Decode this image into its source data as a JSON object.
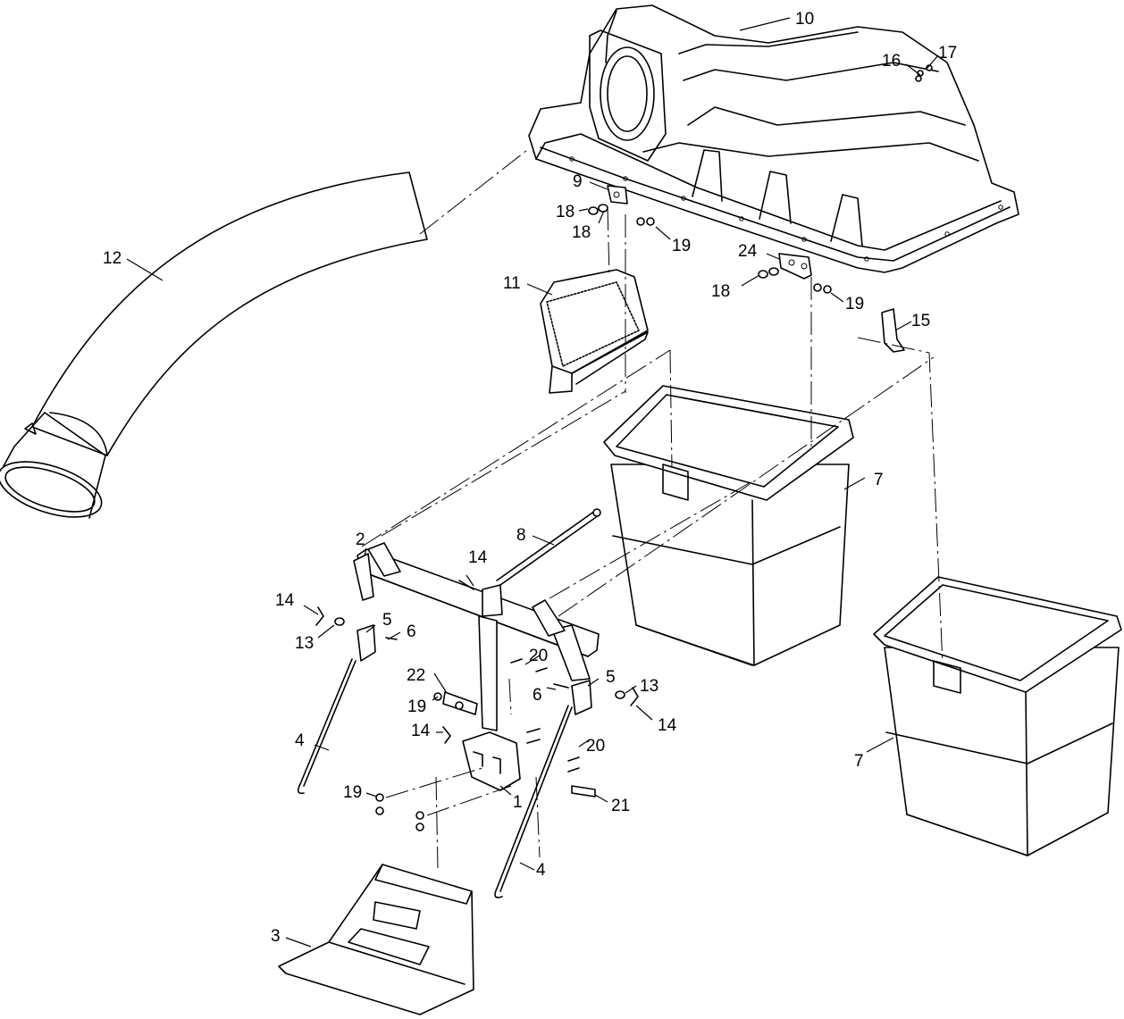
{
  "callouts": [
    {
      "id": "c1",
      "text": "1"
    },
    {
      "id": "c2",
      "text": "2"
    },
    {
      "id": "c3",
      "text": "3"
    },
    {
      "id": "c4a",
      "text": "4"
    },
    {
      "id": "c4b",
      "text": "4"
    },
    {
      "id": "c5a",
      "text": "5"
    },
    {
      "id": "c5b",
      "text": "5"
    },
    {
      "id": "c6a",
      "text": "6"
    },
    {
      "id": "c6b",
      "text": "6"
    },
    {
      "id": "c7a",
      "text": "7"
    },
    {
      "id": "c7b",
      "text": "7"
    },
    {
      "id": "c8",
      "text": "8"
    },
    {
      "id": "c9",
      "text": "9"
    },
    {
      "id": "c10",
      "text": "10"
    },
    {
      "id": "c11",
      "text": "11"
    },
    {
      "id": "c12",
      "text": "12"
    },
    {
      "id": "c13a",
      "text": "13"
    },
    {
      "id": "c13b",
      "text": "13"
    },
    {
      "id": "c14a",
      "text": "14"
    },
    {
      "id": "c14b",
      "text": "14"
    },
    {
      "id": "c14c",
      "text": "14"
    },
    {
      "id": "c14d",
      "text": "14"
    },
    {
      "id": "c15",
      "text": "15"
    },
    {
      "id": "c16",
      "text": "16"
    },
    {
      "id": "c17",
      "text": "17"
    },
    {
      "id": "c18a",
      "text": "18"
    },
    {
      "id": "c18b",
      "text": "18"
    },
    {
      "id": "c18c",
      "text": "18"
    },
    {
      "id": "c19a",
      "text": "19"
    },
    {
      "id": "c19b",
      "text": "19"
    },
    {
      "id": "c19c",
      "text": "19"
    },
    {
      "id": "c19d",
      "text": "19"
    },
    {
      "id": "c20a",
      "text": "20"
    },
    {
      "id": "c20b",
      "text": "20"
    },
    {
      "id": "c21",
      "text": "21"
    },
    {
      "id": "c22",
      "text": "22"
    },
    {
      "id": "c24",
      "text": "24"
    }
  ]
}
